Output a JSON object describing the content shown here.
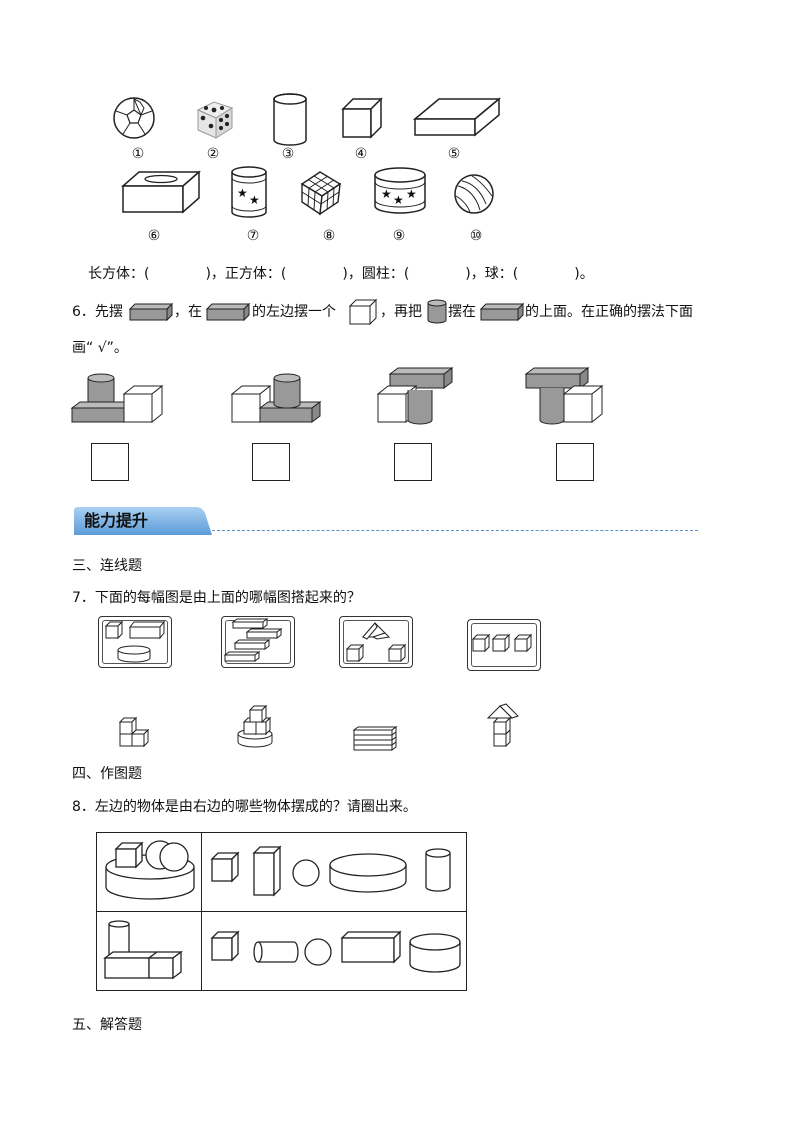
{
  "q5": {
    "labels": [
      "①",
      "②",
      "③",
      "④",
      "⑤",
      "⑥",
      "⑦",
      "⑧",
      "⑨",
      "⑩"
    ],
    "fill_line": "长方体：(　　　　)，正方体：(　　　　)，圆柱：(　　　　)，球：(　　　　)。"
  },
  "q6": {
    "p1": "6．先摆",
    "p2": "，在",
    "p3": "的左边摆一个",
    "p4": "，再把",
    "p5": "摆在",
    "p6": "的上面。在正确的摆法下面",
    "line2": "画“ √”。"
  },
  "section": {
    "title": "能力提升"
  },
  "q7": {
    "heading": "三、连线题",
    "question": "7．下面的每幅图是由上面的哪幅图搭起来的？"
  },
  "q8": {
    "heading": "四、作图题",
    "question": "8．左边的物体是由右边的哪些物体摆成的？请圈出来。"
  },
  "q9": {
    "heading": "五、解答题"
  }
}
